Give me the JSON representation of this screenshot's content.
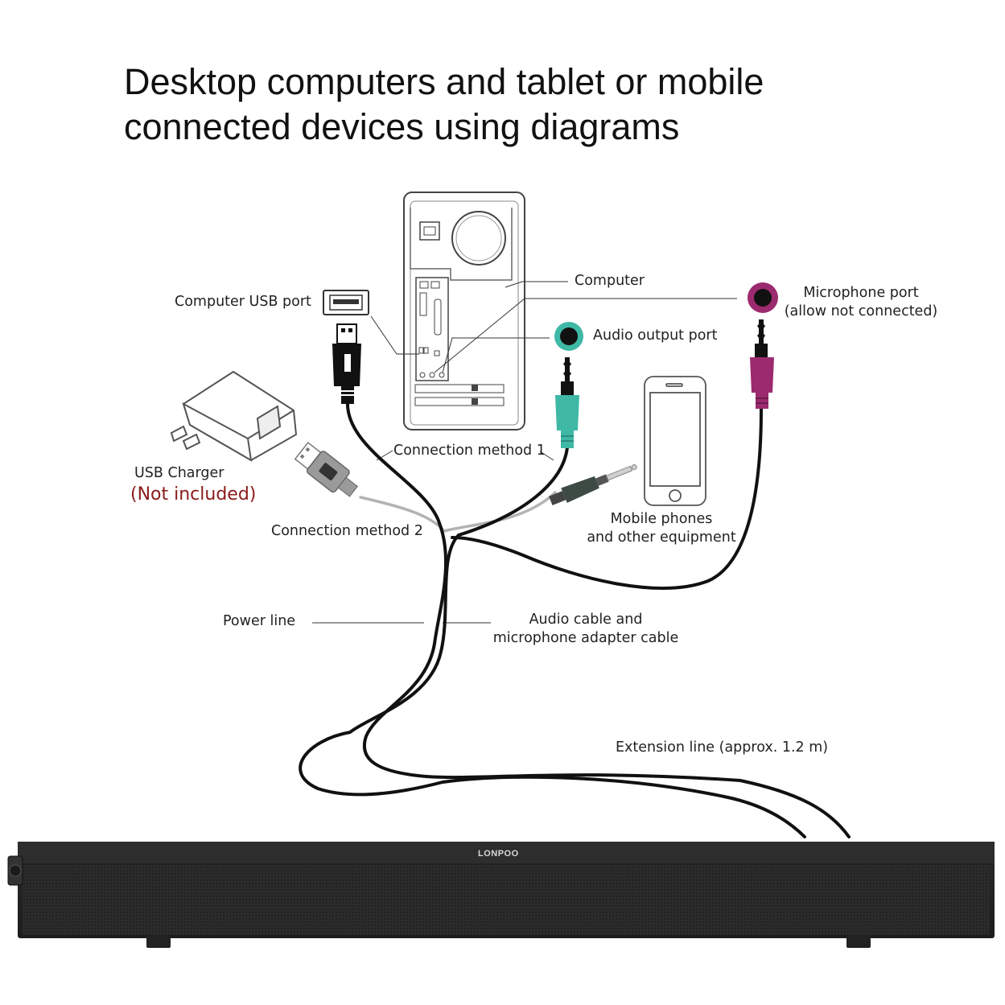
{
  "title_line1": "Desktop computers and tablet or mobile",
  "title_line2": "connected devices using diagrams",
  "labels": {
    "computer": "Computer",
    "computer_usb_port": "Computer USB port",
    "microphone_port": "Microphone port",
    "microphone_port_note": "(allow not connected)",
    "audio_output_port": "Audio output port",
    "usb_charger": "USB Charger",
    "not_included": "(Not included)",
    "connection_method_1": "Connection method 1",
    "connection_method_2": "Connection method 2",
    "mobile_line1": "Mobile phones",
    "mobile_line2": "and other equipment",
    "power_line": "Power line",
    "audio_cable_line1": "Audio cable and",
    "audio_cable_line2": "microphone adapter cable",
    "extension_line": "Extension line (approx. 1.2 m)"
  },
  "brand": "LONPOO",
  "colors": {
    "audio_port": "#3fb8a6",
    "mic_port": "#9c2a6e",
    "cable": "#111111",
    "cable_gray": "#b3b3b3",
    "text_red": "#8a1a1a",
    "bar": "#2a2a2a"
  },
  "icons": [
    "computer-tower-icon",
    "usb-port-icon",
    "usb-plug-icon",
    "usb-charger-icon",
    "smartphone-icon",
    "audio-jack-icon",
    "microphone-jack-icon",
    "soundbar-icon"
  ]
}
